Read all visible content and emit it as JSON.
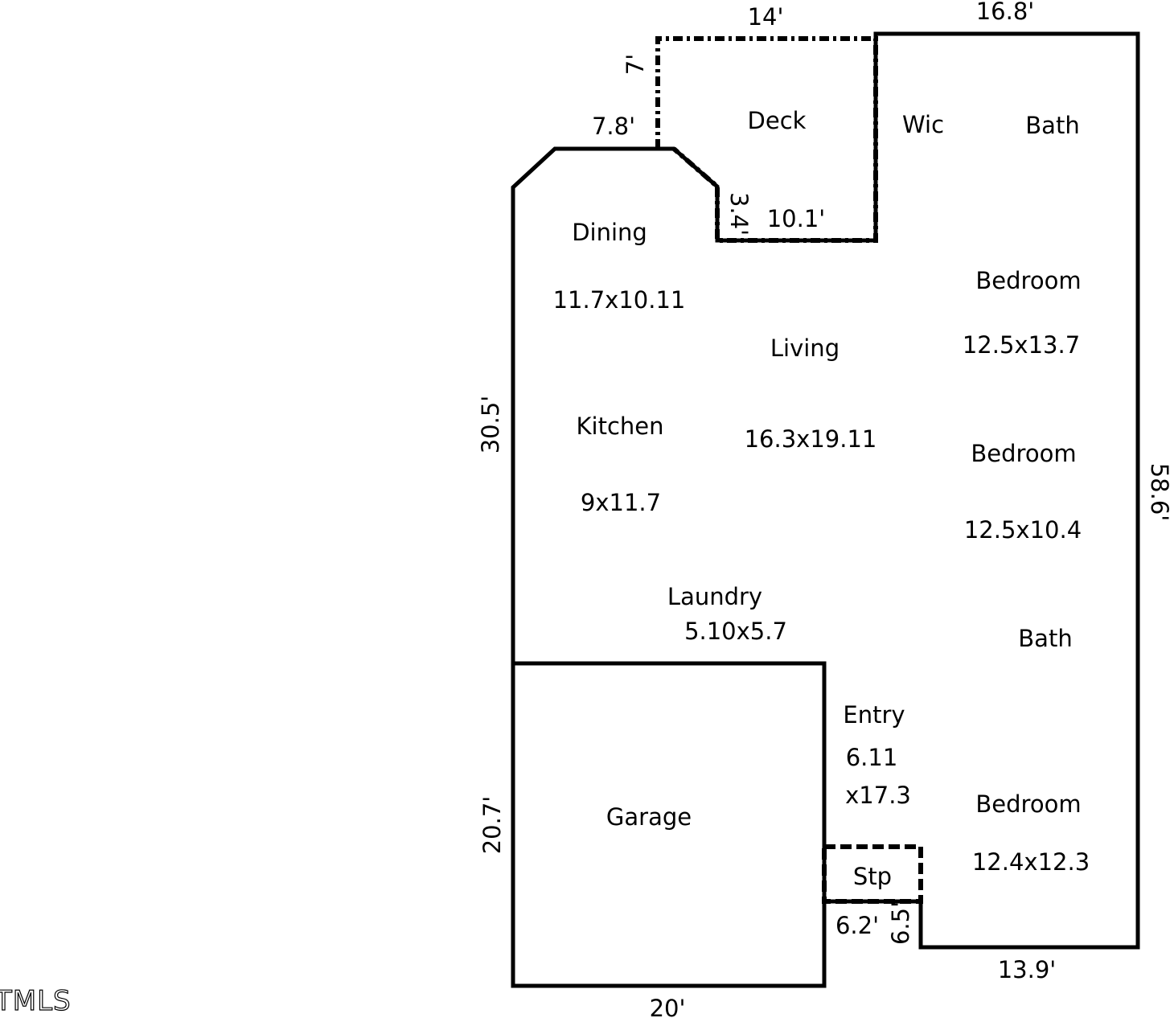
{
  "rooms": {
    "deck": "Deck",
    "wic": "Wic",
    "bath_top": "Bath",
    "dining": "Dining",
    "dining_size": "11.7x10.11",
    "bedroom1": "Bedroom",
    "bedroom1_size": "12.5x13.7",
    "living": "Living",
    "living_size": "16.3x19.11",
    "kitchen": "Kitchen",
    "kitchen_size": "9x11.7",
    "bedroom2": "Bedroom",
    "bedroom2_size": "12.5x10.4",
    "laundry": "Laundry",
    "laundry_size": "5.10x5.7",
    "bath_bottom": "Bath",
    "entry": "Entry",
    "entry_size_1": "6.11",
    "entry_size_2": "x17.3",
    "garage": "Garage",
    "bedroom3": "Bedroom",
    "bedroom3_size": "12.4x12.3",
    "stoop": "Stp"
  },
  "dimensions": {
    "deck_top": "14'",
    "main_top": "16.8'",
    "deck_left": "7'",
    "dining_top": "7.8'",
    "deck_step": "3.4'",
    "deck_bottom": "10.1'",
    "left_upper": "30.5'",
    "right_side": "58.6'",
    "left_lower": "20.7'",
    "stoop_bottom": "6.2'",
    "stoop_side": "6.5'",
    "right_bottom": "13.9'",
    "garage_bottom": "20'"
  },
  "watermark": "TMLS"
}
